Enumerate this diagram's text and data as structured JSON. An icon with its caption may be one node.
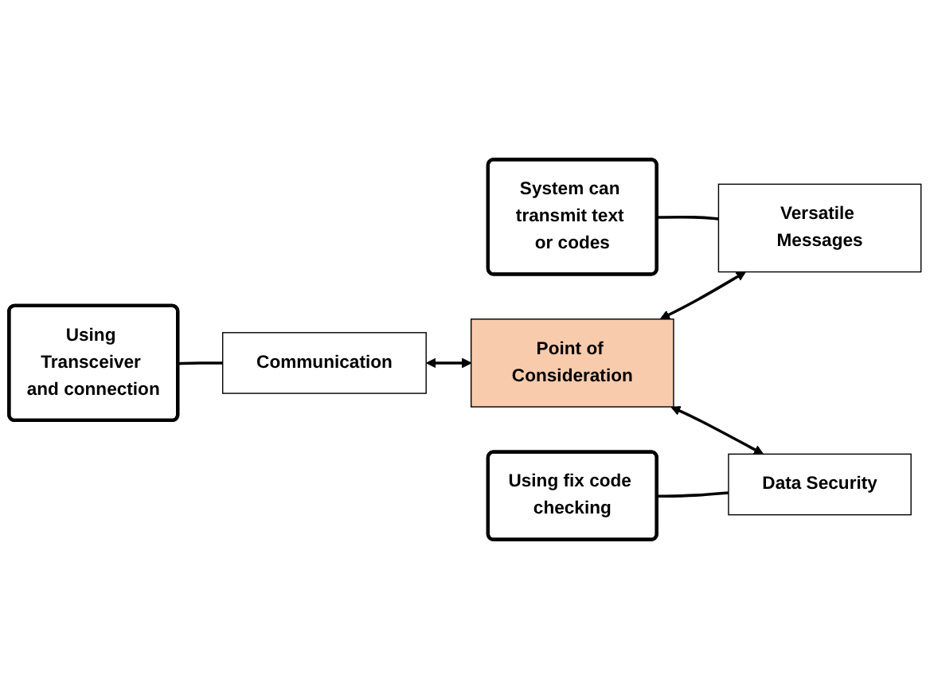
{
  "diagram": {
    "nodes": [
      {
        "text": [
          "Using Transceiver and connection"
        ]
      },
      {
        "text": [
          "Communication"
        ]
      },
      {
        "text": [
          "Point of Consideration"
        ]
      },
      {
        "text": [
          "Versatile Messages"
        ]
      },
      {
        "text": [
          "Data Security"
        ]
      },
      {
        "text": [
          "Using fix code checking"
        ]
      },
      {
        "text": [
          "System can transmit text or codes"
        ]
      }
    ],
    "edges": [
      {
        "from": 0,
        "to": 1,
        "arrow": "none"
      },
      {
        "from": 1,
        "to": 2,
        "arrow": "both"
      },
      {
        "from": 2,
        "to": 3,
        "arrow": "both"
      },
      {
        "from": 2,
        "to": 4,
        "arrow": "both"
      },
      {
        "from": 5,
        "to": 4,
        "arrow": "none"
      },
      {
        "from": 6,
        "to": 3,
        "arrow": "none"
      }
    ]
  }
}
